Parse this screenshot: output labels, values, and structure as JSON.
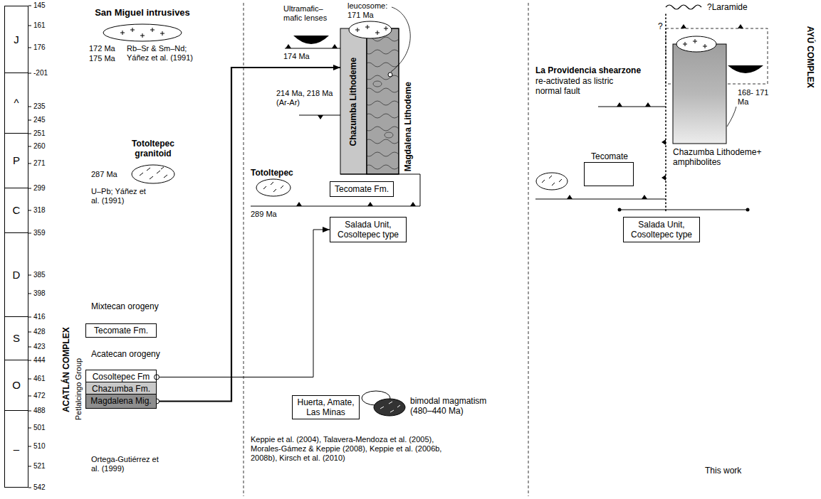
{
  "diagram": {
    "nodes": [
      {
        "text": [
          "J"
        ]
      },
      {
        "text": [
          "^"
        ]
      },
      {
        "text": [
          "P"
        ]
      },
      {
        "text": [
          "C"
        ]
      },
      {
        "text": [
          "D"
        ]
      },
      {
        "text": [
          "S"
        ]
      },
      {
        "text": [
          "O"
        ]
      },
      {
        "text": [
          "–"
        ]
      },
      {
        "text": [
          "Tecomate Fm."
        ]
      },
      {
        "text": [
          "Cosoltepec Fm"
        ]
      },
      {
        "text": [
          "Chazumba Fm."
        ]
      },
      {
        "text": [
          "Magdalena Mig."
        ]
      },
      {
        "text": [
          "Chazumba Lithodeme"
        ]
      },
      {
        "text": [
          "Magdalena Lithodeme"
        ]
      },
      {
        "text": [
          "Tecomate Fm."
        ]
      },
      {
        "text": [
          "Salada Unit, Cosoltepec type"
        ]
      },
      {
        "text": [
          "Huerta, Amate, Las Minas"
        ]
      },
      {
        "text": [
          "Tecomate"
        ]
      },
      {
        "text": [
          "Chazumba Lithodeme+ amphibolites"
        ]
      },
      {
        "text": [
          "Salada Unit, Cosoltepec type"
        ]
      }
    ],
    "edges": [
      {
        "from": 9,
        "to": 15,
        "arrow": "to"
      },
      {
        "from": 11,
        "to": 12,
        "arrow": "to"
      }
    ],
    "labels": [
      "145",
      "161",
      "176",
      "-201",
      "235",
      "245",
      "251",
      "260",
      "271",
      "299",
      "318",
      "359",
      "385",
      "398",
      "416",
      "428",
      "423",
      "444",
      "461",
      "472",
      "488",
      "501",
      "510",
      "521",
      "542",
      "San Miguel intrusives",
      "172 Ma",
      "175 Ma",
      "Rb–Sr & Sm–Nd; Yáñez et al. (1991)",
      "Totoltepec granitoid",
      "287 Ma",
      "U–Pb; Yáñez et al. (1991)",
      "Mixtecan orogeny",
      "Acatecan orogeny",
      "Petlalcingo Group",
      "ACATLÁN COMPLEX",
      "Ortega-Gutiérrez et al. (1999)",
      "leucosome: 171 Ma",
      "Ultramafic–mafic lenses",
      "174 Ma",
      "214 Ma, 218 Ma (Ar-Ar)",
      "Totoltepec",
      "289 Ma",
      "bimodal magmatism (480–440 Ma)",
      "Keppie et al. (2004), Talavera-Mendoza et al. (2005), Morales-Gámez & Keppie (2008), Keppie et al. (2006b, 2008b), Kirsch et al. (2010)",
      "?Laramide",
      "La Providencia shearzone",
      "re-activated as listric normal fault",
      "?",
      "168- 171 Ma",
      "AYÚ COMPLEX",
      "This work"
    ]
  }
}
